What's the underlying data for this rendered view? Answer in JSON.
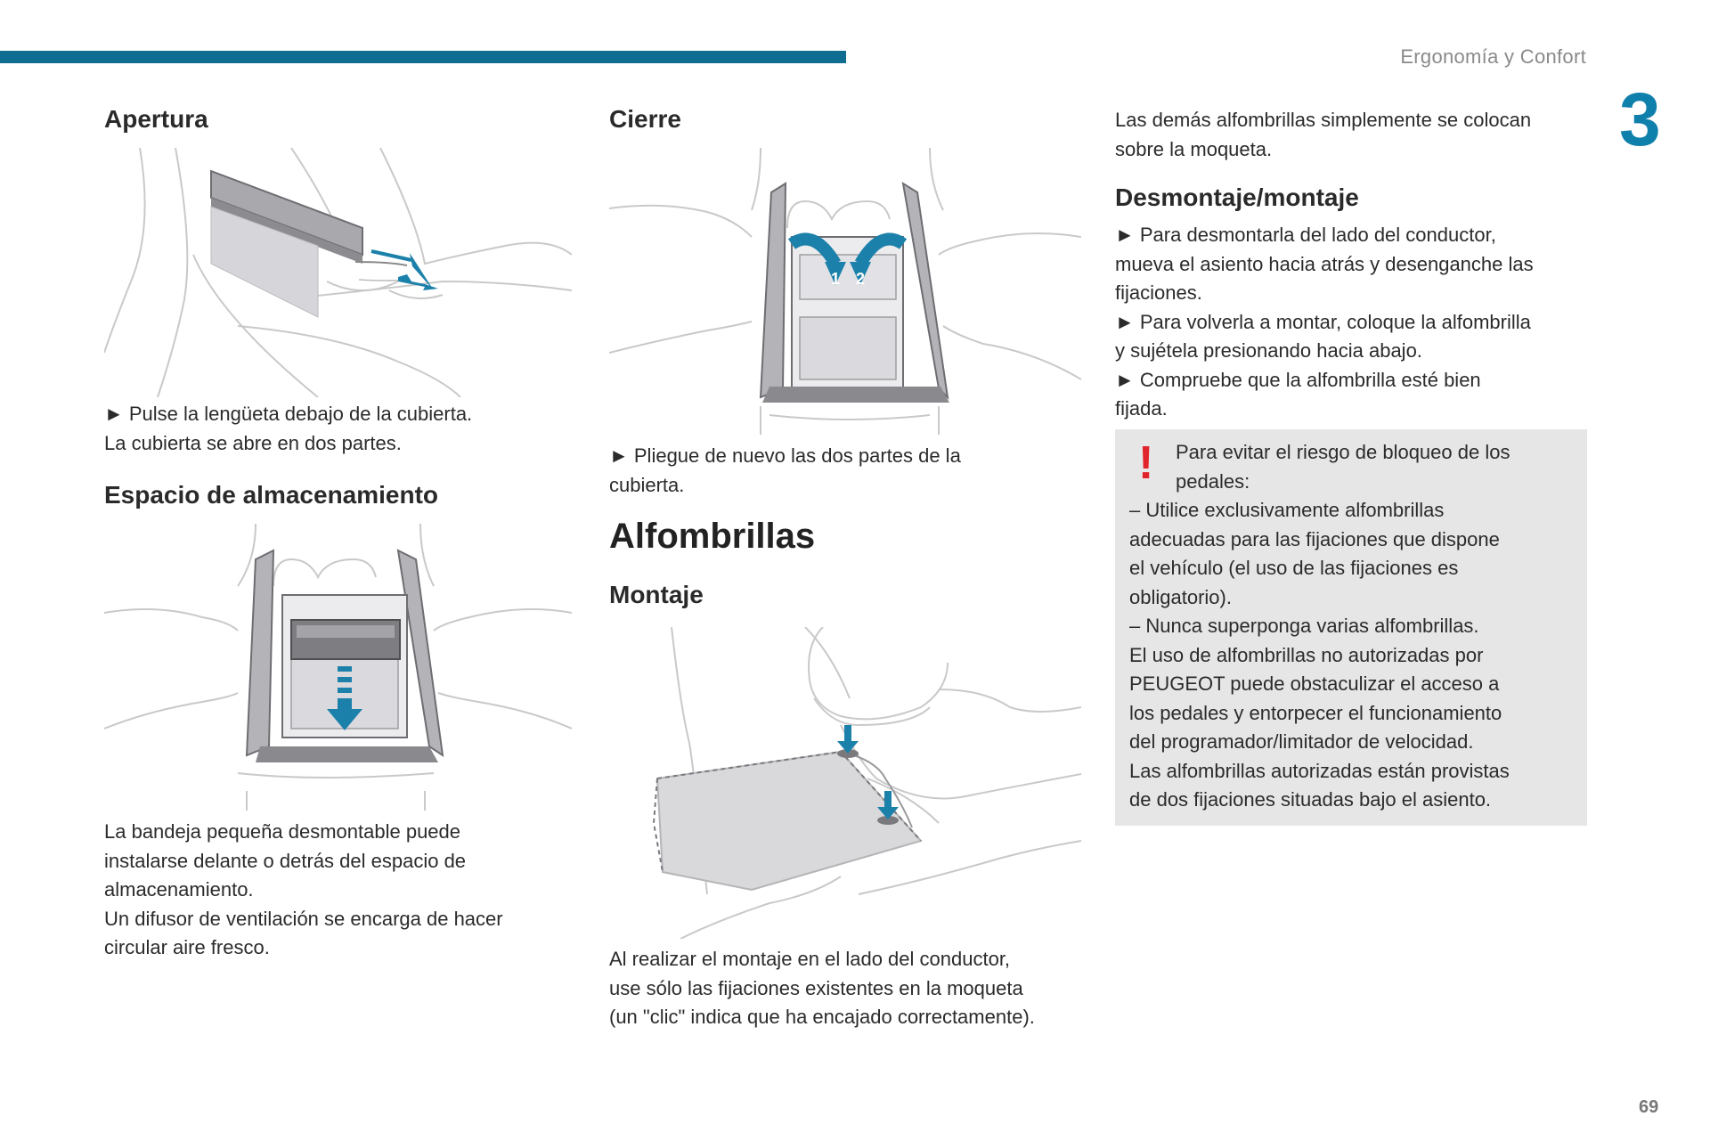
{
  "header": {
    "chapter_title": "Ergonomía y Confort",
    "chapter_number": "3"
  },
  "footer": {
    "page_number": "69"
  },
  "colors": {
    "accent": "#0f6d92",
    "chapter": "#0f7fab",
    "warning": "#e1232b",
    "note_bg": "#e6e6e7"
  },
  "column1": {
    "apertura_heading": "Apertura",
    "apertura_lines": [
      "► Pulse la lengüeta debajo de la cubierta.",
      "La cubierta se abre en dos partes."
    ],
    "espacio_heading": "Espacio de almacenamiento",
    "espacio_lines": [
      "La bandeja pequeña desmontable puede",
      "instalarse delante o detrás del espacio de",
      "almacenamiento.",
      "Un difusor de ventilación se encarga de hacer",
      "circular aire fresco."
    ]
  },
  "column2": {
    "cierre_heading": "Cierre",
    "cierre_lines": [
      "► Pliegue de nuevo las dos partes de la",
      "cubierta."
    ],
    "cierre_labels": [
      "1",
      "2"
    ],
    "section_title": "Alfombrillas",
    "montaje_heading": "Montaje",
    "montaje_lines": [
      "Al realizar el montaje en el lado del conductor,",
      "use sólo las fijaciones existentes en la moqueta",
      "(un \"clic\" indica que ha encajado correctamente)."
    ]
  },
  "column3": {
    "intro_lines": [
      "Las demás alfombrillas simplemente se colocan",
      "sobre la moqueta."
    ],
    "desmontaje_heading": "Desmontaje/montaje",
    "desmontaje_lines": [
      "► Para desmontarla del lado del conductor,",
      "mueva el asiento hacia atrás y desenganche las",
      "fijaciones.",
      "► Para volverla a montar, coloque la alfombrilla",
      "y sujétela presionando hacia abajo.",
      "► Compruebe que la alfombrilla esté bien",
      "fijada."
    ],
    "warning": {
      "mark": "!",
      "intro_lines": [
        "Para evitar el riesgo de bloqueo de los",
        "pedales:"
      ],
      "body_lines": [
        "– Utilice exclusivamente alfombrillas",
        "adecuadas para las fijaciones que dispone",
        "el vehículo (el uso de las fijaciones es",
        "obligatorio).",
        "– Nunca superponga varias alfombrillas.",
        "El uso de alfombrillas no autorizadas por",
        "PEUGEOT puede obstaculizar el acceso a",
        "los pedales y entorpecer el funcionamiento",
        "del programador/limitador de velocidad.",
        "Las alfombrillas autorizadas están provistas",
        "de dos fijaciones situadas bajo el asiento."
      ]
    }
  }
}
